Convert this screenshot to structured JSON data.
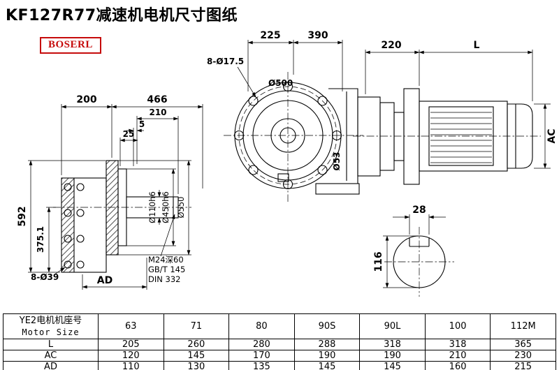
{
  "title": "KF127R77减速机电机尺寸图纸",
  "logo": "BOSERL",
  "colors": {
    "accent_red": "#c60b0b",
    "line_black": "#000000",
    "background": "#ffffff"
  },
  "views": {
    "side": {
      "width_200": "200",
      "width_466": "466",
      "width_210": "210",
      "width_5": "5",
      "width_25": "25",
      "height_592": "592",
      "height_375_1": "375.1",
      "bolt_holes": "8-Ø39",
      "dim_ad": "AD",
      "shaft_dia": "Ø110h6",
      "spigot_dia": "Ø450h6",
      "flange_dia": "Ø550",
      "note_tap": "M24深60",
      "note_std1": "GB/T 145",
      "note_std2": "DIN 332"
    },
    "front": {
      "bolt_holes": "8-Ø17.5",
      "width_225": "225",
      "width_390": "390",
      "flange_dia": "Ø500",
      "dia_53": "Ø53"
    },
    "motor": {
      "width_220": "220",
      "length_L": "L",
      "dia_AC": "AC"
    },
    "shaft_section": {
      "key_width": "28",
      "height_116": "116"
    }
  },
  "table": {
    "row_header_line1": "YE2电机机座号",
    "row_header_line2": "Motor Size",
    "sizes": [
      "63",
      "71",
      "80",
      "90S",
      "90L",
      "100",
      "112M"
    ],
    "rows": [
      {
        "label": "L",
        "values": [
          "205",
          "260",
          "280",
          "288",
          "318",
          "318",
          "365"
        ]
      },
      {
        "label": "AC",
        "values": [
          "120",
          "145",
          "170",
          "190",
          "190",
          "210",
          "230"
        ]
      },
      {
        "label": "AD",
        "values": [
          "110",
          "130",
          "135",
          "145",
          "145",
          "160",
          "215"
        ]
      }
    ]
  }
}
